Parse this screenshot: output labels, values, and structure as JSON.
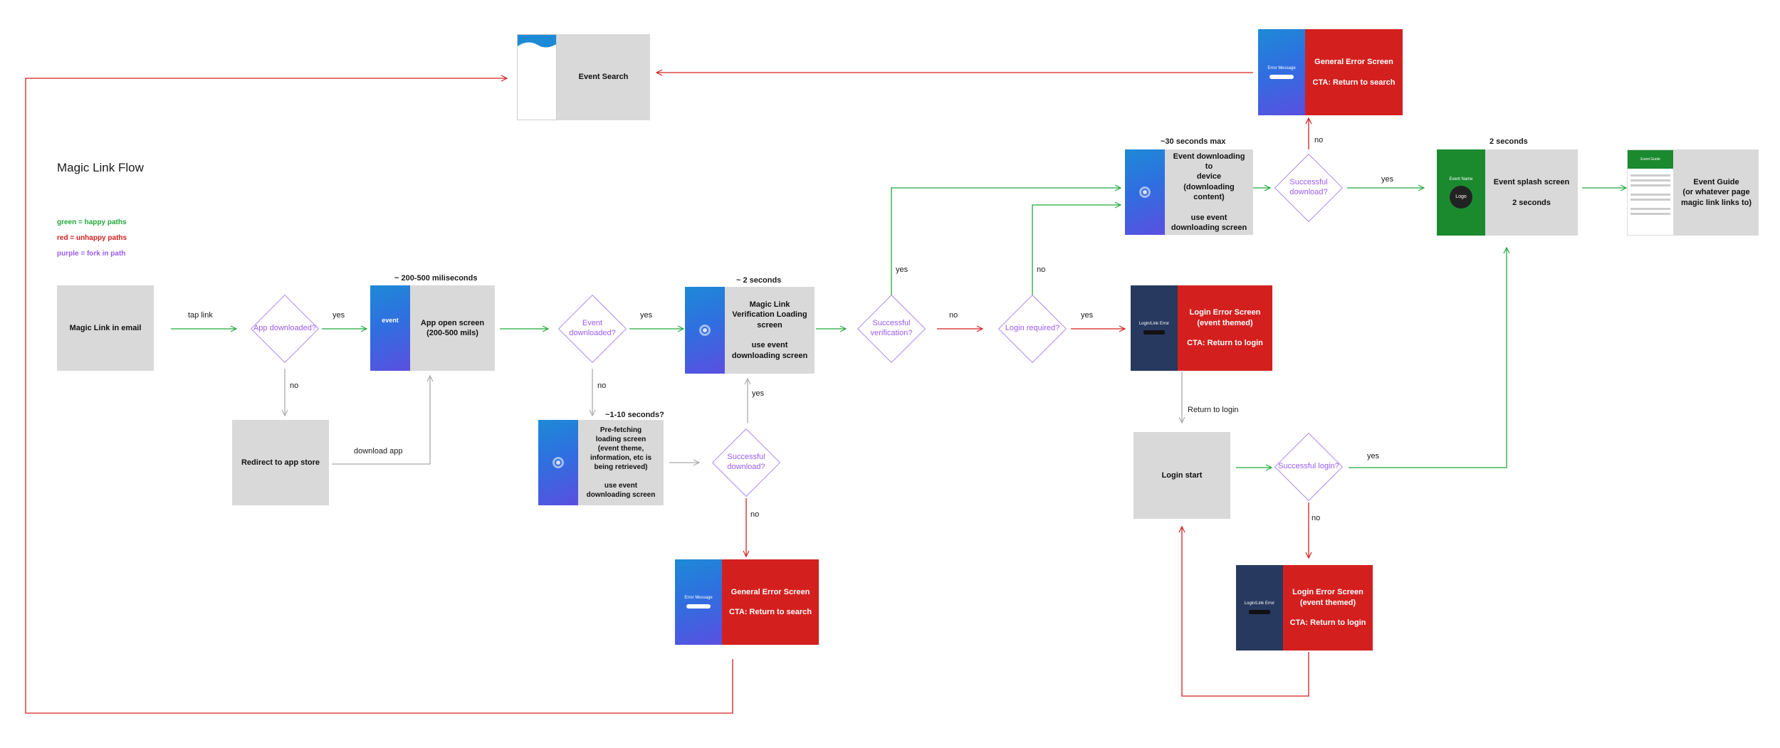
{
  "title": "Magic Link Flow",
  "legend": {
    "green": "green = happy paths",
    "red": "red = unhappy paths",
    "purple": "purple = fork in path",
    "colors": {
      "green": "#22a83a",
      "red": "#d3201f",
      "purple": "#9a5cf0"
    }
  },
  "boxes": {
    "magic_link": "Magic Link in email",
    "redirect": "Redirect to app store",
    "login_start": "Login start"
  },
  "screens": {
    "event_search": {
      "text": "Event Search"
    },
    "app_open": {
      "thumb": "event",
      "text": "App open screen\n(200-500 mils)"
    },
    "verification": {
      "text": "Magic Link\nVerification Loading\nscreen\n\nuse event\ndownloading screen"
    },
    "prefetch": {
      "text": "Pre-fetching\nloading screen\n(event theme,\ninformation, etc is\nbeing retrieved)\n\nuse event\ndownloading screen"
    },
    "general_error_top": {
      "text": "General Error Screen\n\nCTA: Return to search",
      "thumb_title": "Error Message"
    },
    "general_error_bottom": {
      "text": "General Error Screen\n\nCTA: Return to search",
      "thumb_title": "Error Message"
    },
    "event_download": {
      "text": "Event downloading to\ndevice\n(downloading content)\n\nuse event\ndownloading screen"
    },
    "login_error_top": {
      "text": "Login Error Screen\n(event themed)\n\nCTA: Return to login",
      "thumb_title": "Login/Link Error"
    },
    "login_error_bottom": {
      "text": "Login Error Screen\n(event themed)\n\nCTA: Return to login",
      "thumb_title": "Login/Link Error"
    },
    "splash": {
      "text": "Event splash screen\n\n2 seconds",
      "thumb_name": "Event Name",
      "thumb_logo": "Logo"
    },
    "guide": {
      "text": "Event Guide\n(or whatever page\nmagic link links to)",
      "thumb_title": "Event Guide"
    }
  },
  "diamonds": {
    "app_downloaded": "App downloaded?",
    "event_downloaded": "Event\ndownloaded?",
    "successful_download_1": "Successful\ndownload?",
    "successful_verification": "Successful\nverification?",
    "login_required": "Login required?",
    "successful_download_2": "Successful\ndownload?",
    "successful_login": "Successful login?"
  },
  "timings": {
    "app_open": "~ 200-500 miliseconds",
    "verification": "~ 2 seconds",
    "prefetch": "~1-10 seconds?",
    "event_download": "~30 seconds max",
    "splash": "2 seconds"
  },
  "labels": {
    "tap_link": "tap link",
    "yes_1": "yes",
    "no_1": "no",
    "download_app": "download app",
    "yes_2": "yes",
    "no_2": "no",
    "yes_3": "yes",
    "no_3": "no",
    "yes_4": "yes",
    "no_4": "no",
    "no_5": "no",
    "yes_5": "yes",
    "no_6": "no",
    "yes_6": "yes",
    "return_to_login": "Return to login",
    "yes_7": "yes",
    "no_7": "no"
  }
}
